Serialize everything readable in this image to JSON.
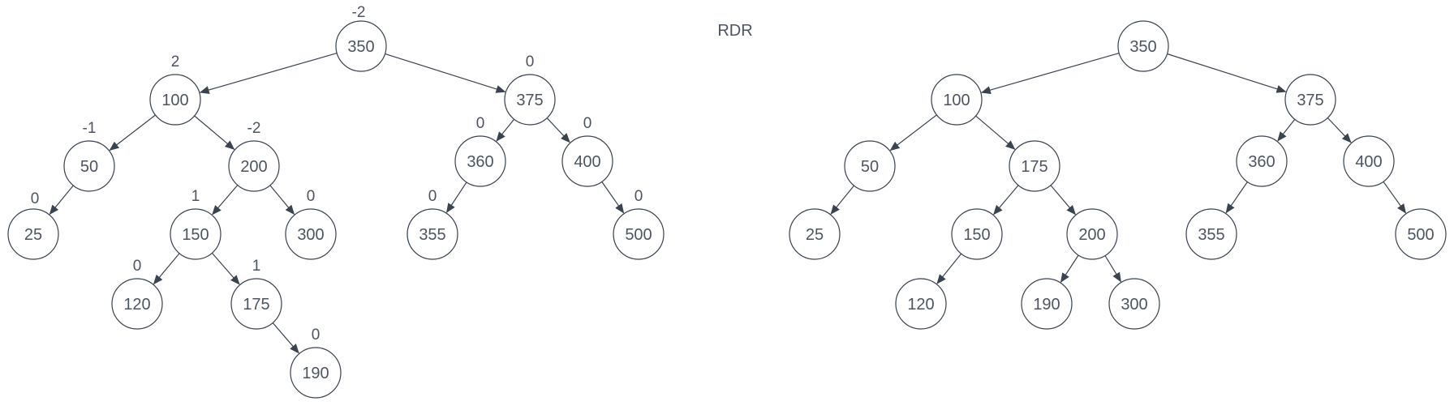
{
  "diagram_title": "RDR",
  "trees": [
    {
      "id": "before",
      "nodes": [
        {
          "id": "350",
          "label": "350",
          "balance": "-2"
        },
        {
          "id": "100",
          "label": "100",
          "balance": "2"
        },
        {
          "id": "375",
          "label": "375",
          "balance": "0"
        },
        {
          "id": "50",
          "label": "50",
          "balance": "-1"
        },
        {
          "id": "200",
          "label": "200",
          "balance": "-2"
        },
        {
          "id": "360",
          "label": "360",
          "balance": "0"
        },
        {
          "id": "400",
          "label": "400",
          "balance": "0"
        },
        {
          "id": "25",
          "label": "25",
          "balance": "0"
        },
        {
          "id": "150",
          "label": "150",
          "balance": "1"
        },
        {
          "id": "300",
          "label": "300",
          "balance": "0"
        },
        {
          "id": "355",
          "label": "355",
          "balance": "0"
        },
        {
          "id": "500",
          "label": "500",
          "balance": "0"
        },
        {
          "id": "120",
          "label": "120",
          "balance": "0"
        },
        {
          "id": "175",
          "label": "175",
          "balance": "1"
        },
        {
          "id": "190",
          "label": "190",
          "balance": "0"
        }
      ],
      "edges": [
        [
          "350",
          "100"
        ],
        [
          "350",
          "375"
        ],
        [
          "100",
          "50"
        ],
        [
          "100",
          "200"
        ],
        [
          "375",
          "360"
        ],
        [
          "375",
          "400"
        ],
        [
          "50",
          "25"
        ],
        [
          "200",
          "150"
        ],
        [
          "200",
          "300"
        ],
        [
          "360",
          "355"
        ],
        [
          "400",
          "500"
        ],
        [
          "150",
          "120"
        ],
        [
          "150",
          "175"
        ],
        [
          "175",
          "190"
        ]
      ]
    },
    {
      "id": "after",
      "nodes": [
        {
          "id": "350",
          "label": "350"
        },
        {
          "id": "100",
          "label": "100"
        },
        {
          "id": "375",
          "label": "375"
        },
        {
          "id": "50",
          "label": "50"
        },
        {
          "id": "175",
          "label": "175"
        },
        {
          "id": "360",
          "label": "360"
        },
        {
          "id": "400",
          "label": "400"
        },
        {
          "id": "25",
          "label": "25"
        },
        {
          "id": "150",
          "label": "150"
        },
        {
          "id": "200",
          "label": "200"
        },
        {
          "id": "355",
          "label": "355"
        },
        {
          "id": "500",
          "label": "500"
        },
        {
          "id": "120",
          "label": "120"
        },
        {
          "id": "190",
          "label": "190"
        },
        {
          "id": "300",
          "label": "300"
        }
      ],
      "edges": [
        [
          "350",
          "100"
        ],
        [
          "350",
          "375"
        ],
        [
          "100",
          "50"
        ],
        [
          "100",
          "175"
        ],
        [
          "375",
          "360"
        ],
        [
          "375",
          "400"
        ],
        [
          "50",
          "25"
        ],
        [
          "175",
          "150"
        ],
        [
          "175",
          "200"
        ],
        [
          "360",
          "355"
        ],
        [
          "400",
          "500"
        ],
        [
          "150",
          "120"
        ],
        [
          "200",
          "190"
        ],
        [
          "200",
          "300"
        ]
      ]
    }
  ]
}
